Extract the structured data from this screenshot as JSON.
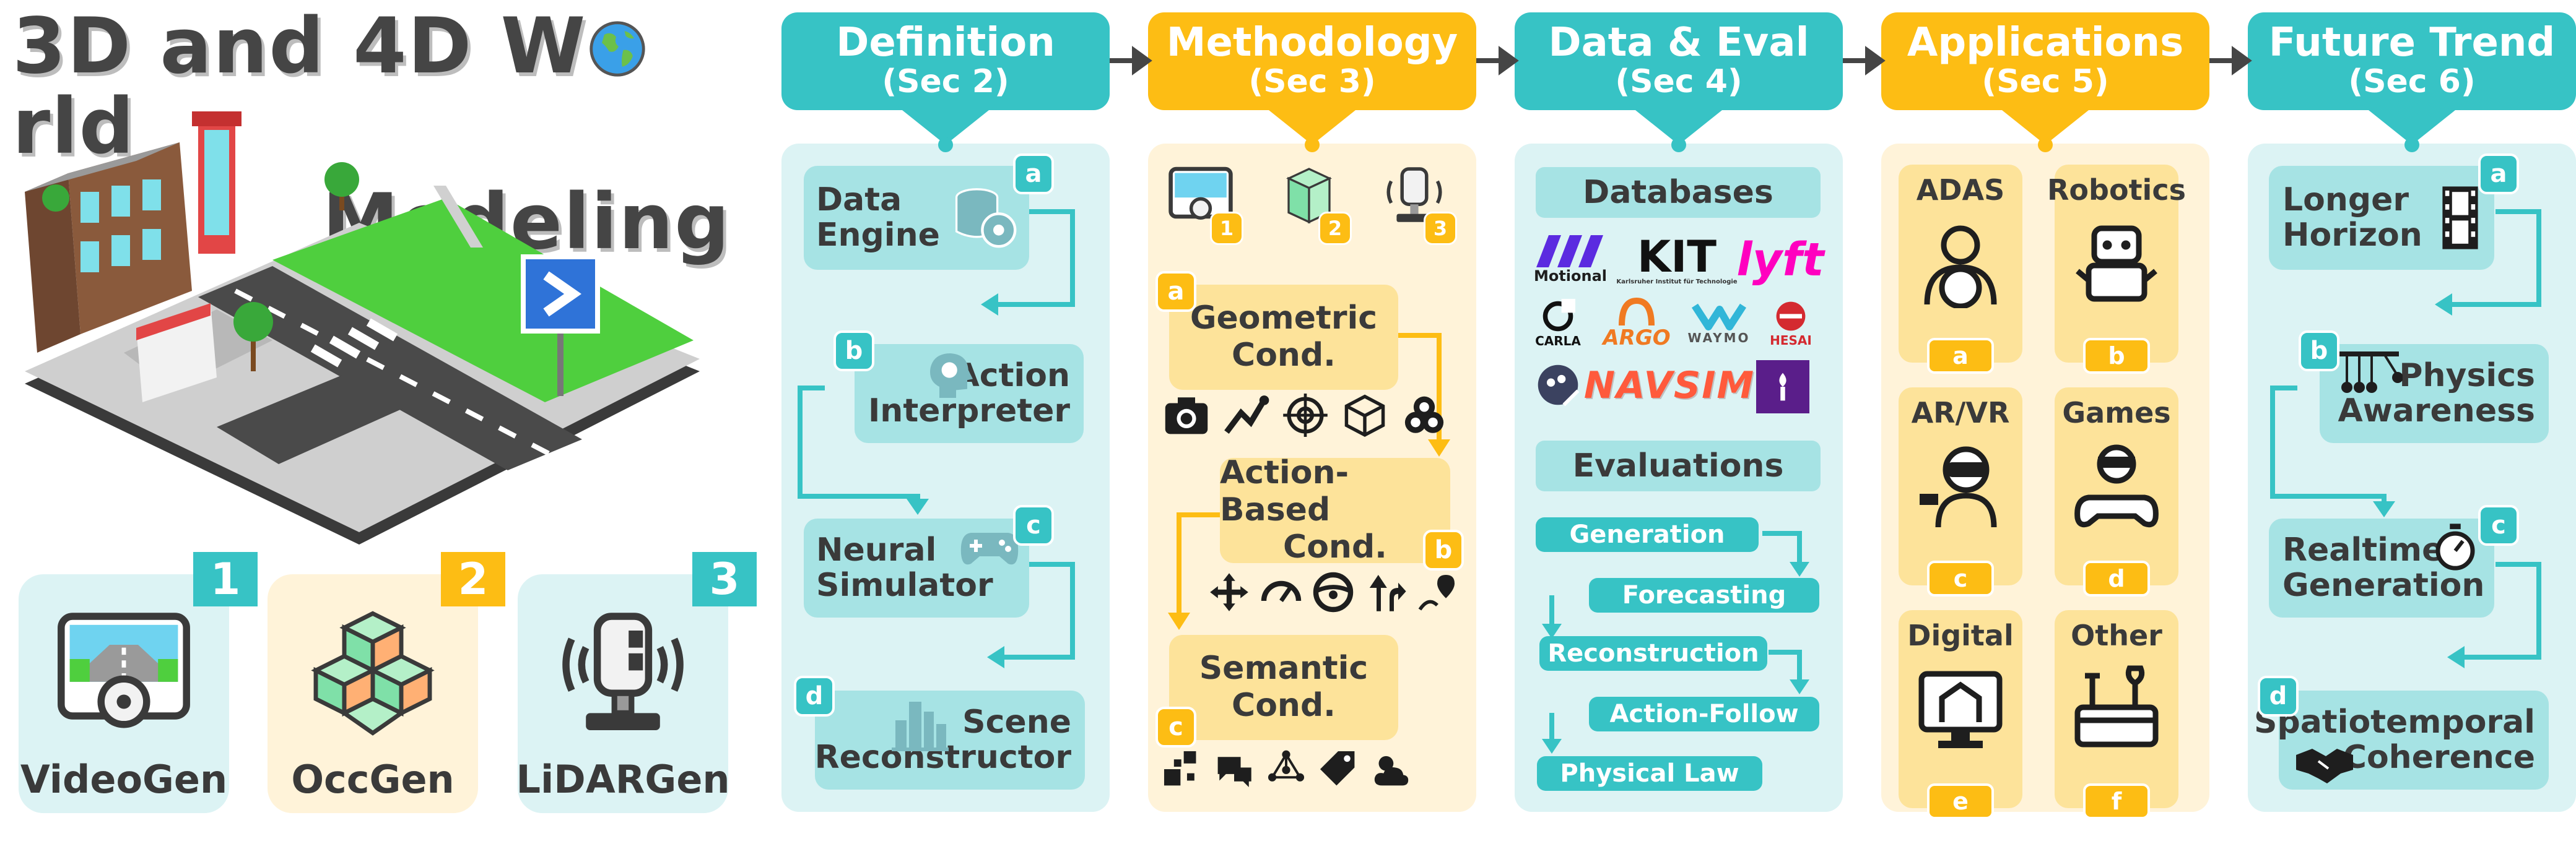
{
  "title": {
    "line1_a": "3D and 4D W",
    "line1_b": "rld",
    "line2": "Modeling"
  },
  "generators": [
    {
      "num": "1",
      "label": "VideoGen"
    },
    {
      "num": "2",
      "label": "OccGen"
    },
    {
      "num": "3",
      "label": "LiDARGen"
    }
  ],
  "columns": {
    "definition": {
      "title": "Definition",
      "section": "(Sec 2)",
      "items": [
        {
          "letter": "a",
          "label_l1": "Data",
          "label_l2": "Engine"
        },
        {
          "letter": "b",
          "label_l1": "Action",
          "label_l2": "Interpreter"
        },
        {
          "letter": "c",
          "label_l1": "Neural",
          "label_l2": "Simulator"
        },
        {
          "letter": "d",
          "label_l1": "Scene",
          "label_l2": "Reconstructor"
        }
      ]
    },
    "methodology": {
      "title": "Methodology",
      "section": "(Sec 3)",
      "top_icons": [
        "1",
        "2",
        "3"
      ],
      "items": [
        {
          "letter": "a",
          "label_l1": "Geometric",
          "label_l2": "Cond."
        },
        {
          "letter": "b",
          "label_l1": "Action-Based",
          "label_l2": "Cond."
        },
        {
          "letter": "c",
          "label_l1": "Semantic",
          "label_l2": "Cond."
        }
      ]
    },
    "data_eval": {
      "title": "Data & Eval",
      "section": "(Sec 4)",
      "databases_label": "Databases",
      "logos": {
        "motional": "Motional",
        "kit": "KIT",
        "kit_sub": "Karlsruher Institut für Technologie",
        "lyft": "lyft",
        "carla": "CARLA",
        "argo": "ARGO",
        "waymo": "WAYMO",
        "hesai": "HESAI",
        "navsim": "NAVSIM"
      },
      "evaluations_label": "Evaluations",
      "evals": [
        "Generation",
        "Forecasting",
        "Reconstruction",
        "Action-Follow",
        "Physical Law"
      ]
    },
    "applications": {
      "title": "Applications",
      "section": "(Sec 5)",
      "items": [
        {
          "label": "ADAS",
          "letter": "a"
        },
        {
          "label": "Robotics",
          "letter": "b"
        },
        {
          "label": "AR/VR",
          "letter": "c"
        },
        {
          "label": "Games",
          "letter": "d"
        },
        {
          "label": "Digital",
          "letter": "e"
        },
        {
          "label": "Other",
          "letter": "f"
        }
      ]
    },
    "future": {
      "title": "Future Trend",
      "section": "(Sec 6)",
      "items": [
        {
          "letter": "a",
          "label_l1": "Longer",
          "label_l2": "Horizon"
        },
        {
          "letter": "b",
          "label_l1": "Physics",
          "label_l2": "Awareness"
        },
        {
          "letter": "c",
          "label_l1": "Realtime",
          "label_l2": "Generation"
        },
        {
          "letter": "d",
          "label_l1": "Spatiotemporal",
          "label_l2": "Coherence"
        }
      ]
    }
  },
  "colors": {
    "teal": "#37c3c5",
    "orange": "#fdbd14",
    "teal_light": "#dcf3f4",
    "orange_light": "#fff3d9"
  }
}
